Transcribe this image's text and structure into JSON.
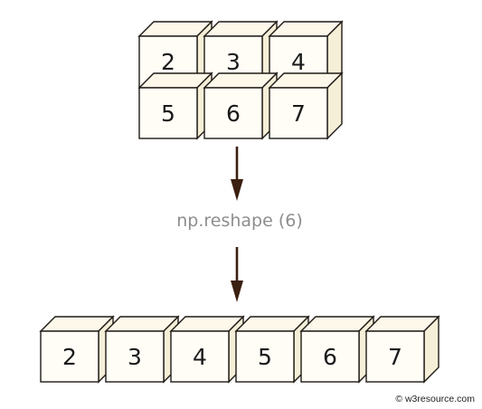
{
  "source_array": {
    "rows": [
      [
        "2",
        "3",
        "4"
      ],
      [
        "5",
        "6",
        "7"
      ]
    ]
  },
  "operation": {
    "label": "np.reshape (6)"
  },
  "result_array": {
    "values": [
      "2",
      "3",
      "4",
      "5",
      "6",
      "7"
    ]
  },
  "footer": {
    "copyright": "© w3resource.com"
  },
  "colors": {
    "cube_front": "#fffdf6",
    "cube_top": "#fdf8ea",
    "cube_side": "#f6efd8",
    "outline": "#1f1a15",
    "arrow": "#3b1f10",
    "operation_text": "#8e8e8e"
  }
}
